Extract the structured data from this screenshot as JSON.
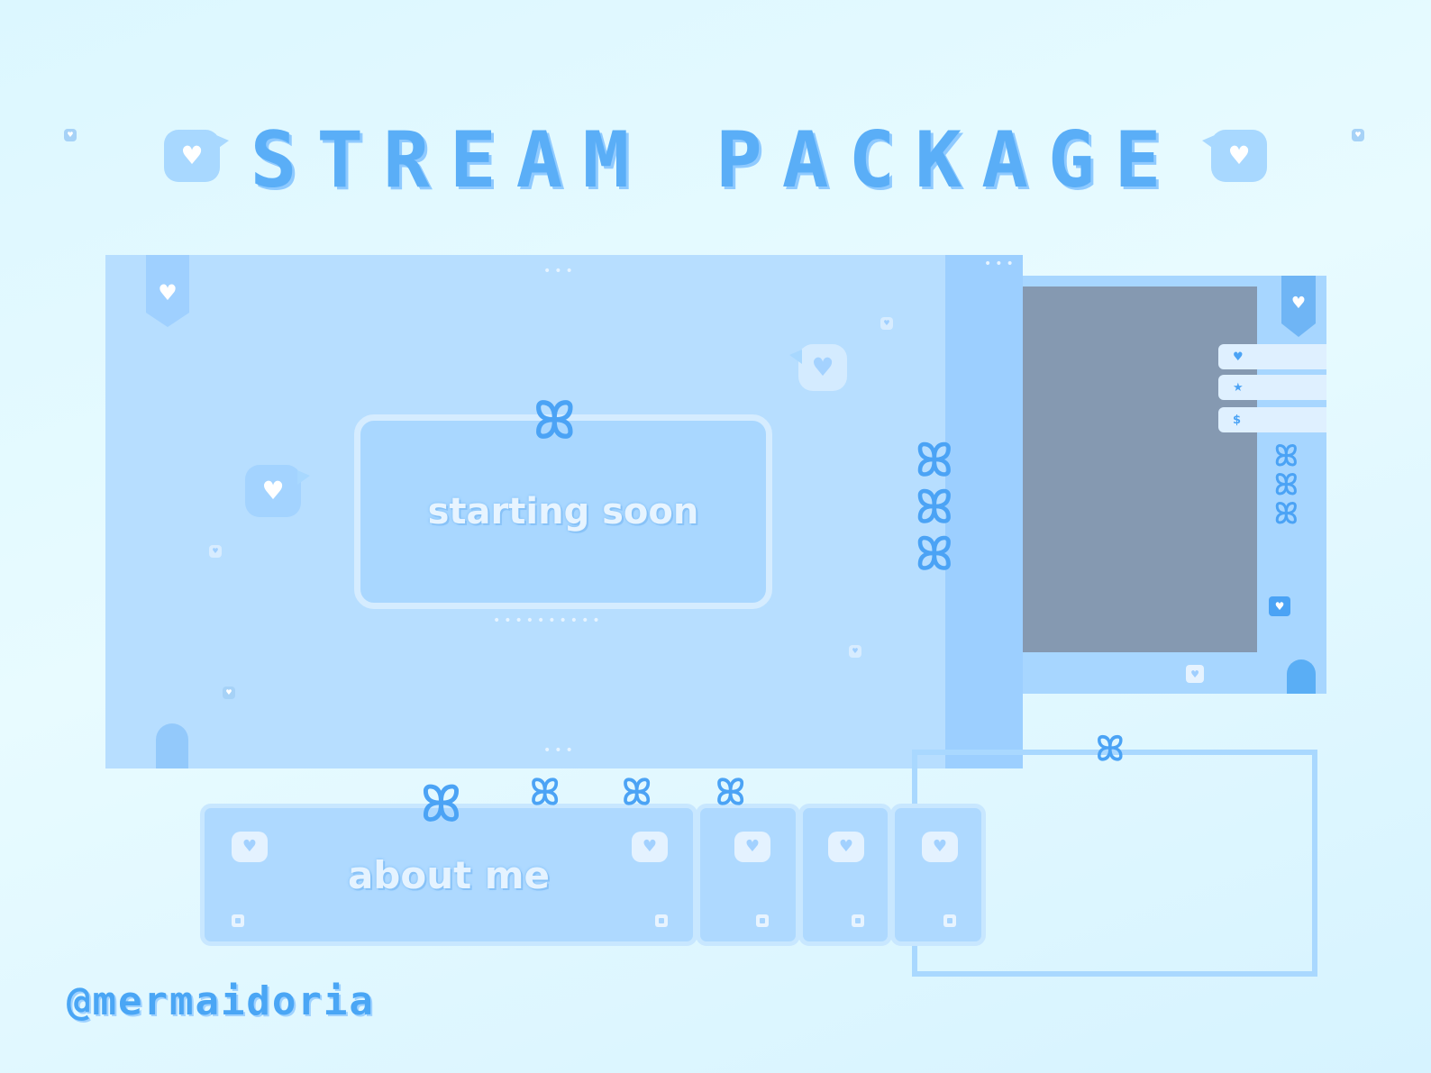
{
  "title": "STREAM PACKAGE",
  "watermark_handle": "@mermaidoria",
  "scene": {
    "panel_text": "starting soon"
  },
  "buttons": {
    "about_label": "about me"
  },
  "alerts": [
    {
      "icon": "♥"
    },
    {
      "icon": "★"
    },
    {
      "icon": "$"
    }
  ],
  "icons": {
    "heart": "♥",
    "bow": "ꕤ"
  },
  "colors": {
    "accent": "#5aaef7",
    "panel": "#b7deff",
    "cam_screen": "#8599b1",
    "background": "#dcf7ff"
  }
}
